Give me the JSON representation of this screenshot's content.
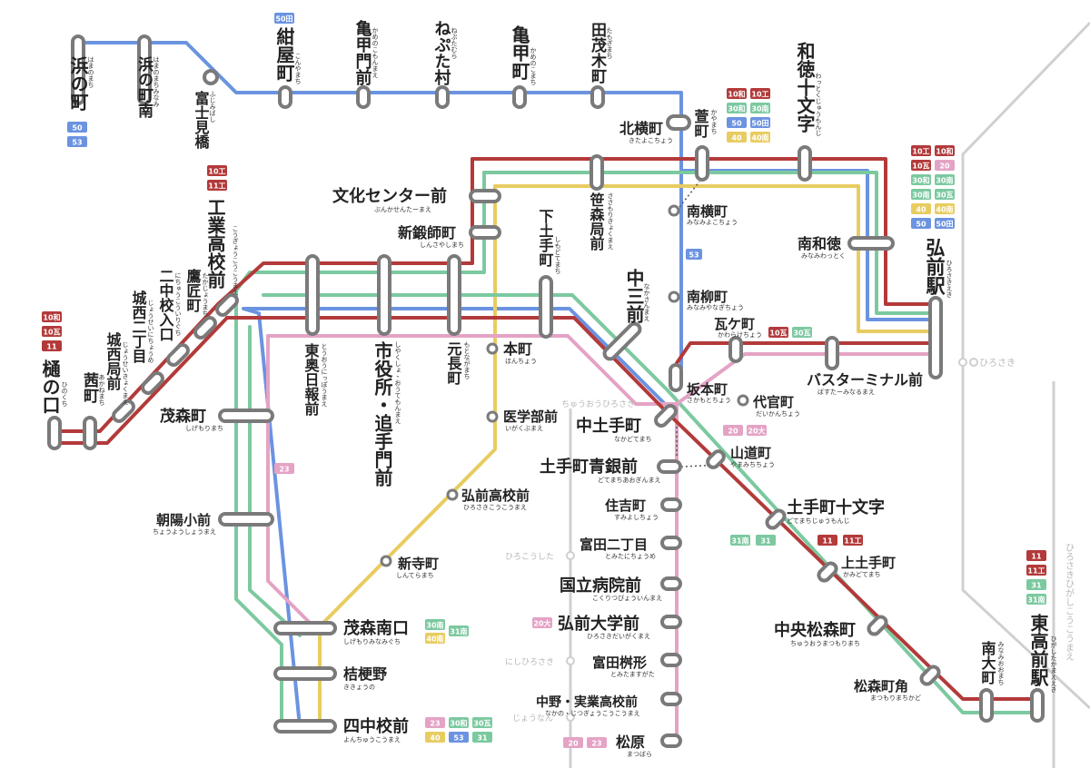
{
  "map_title": "",
  "colors": {
    "red": "#b33a3a",
    "green": "#7cc9a0",
    "blue": "#6b93e0",
    "yellow": "#e8cc60",
    "pink": "#e4a3c5",
    "grey": "#cfcfcf",
    "stop_outline": "#7a7a7a",
    "text": "#222222"
  },
  "stations": [
    {
      "id": "hamanomachi",
      "name": "浜の町",
      "kana": "はまのまち",
      "badges": [
        "50",
        "53"
      ]
    },
    {
      "id": "hamanomachi-minami",
      "name": "浜の町南",
      "kana": "はまのまちみなみ",
      "badges": []
    },
    {
      "id": "fujimibashi",
      "name": "富士見橋",
      "kana": "ふじみばし",
      "badges": []
    },
    {
      "id": "konyamachi",
      "name": "紺屋町",
      "kana": "こんやまち",
      "badges": [
        "50田"
      ]
    },
    {
      "id": "kamenokomonmae",
      "name": "亀甲門前",
      "kana": "かめのこもんまえ",
      "badges": []
    },
    {
      "id": "nebutamura",
      "name": "ねぷた村",
      "kana": "ねぷたむら",
      "badges": []
    },
    {
      "id": "kamenokomachi",
      "name": "亀甲町",
      "kana": "かめのこまち",
      "badges": []
    },
    {
      "id": "tamokimachi",
      "name": "田茂木町",
      "kana": "たもぎまち",
      "badges": []
    },
    {
      "id": "kitayokocho",
      "name": "北横町",
      "kana": "きたよこちょう",
      "badges": []
    },
    {
      "id": "kayamachi",
      "name": "萱町",
      "kana": "かやまち",
      "badges": [
        "10和",
        "10工",
        "30和",
        "30南",
        "50",
        "50田",
        "40",
        "40南"
      ]
    },
    {
      "id": "wattokujumonji",
      "name": "和徳十文字",
      "kana": "わっとくじゅうもんじ",
      "badges": []
    },
    {
      "id": "minamiyokocho",
      "name": "南横町",
      "kana": "みなみよこちょう",
      "badges": []
    },
    {
      "id": "minamiwatoku",
      "name": "南和徳",
      "kana": "みなみわっとく",
      "badges": []
    },
    {
      "id": "hirosaki-eki",
      "name": "弘前駅",
      "kana": "ひろさきえき",
      "badges": [
        "10工",
        "10和",
        "10瓦",
        "20",
        "30和",
        "30南",
        "30南",
        "30瓦",
        "40",
        "40南",
        "50",
        "50田"
      ]
    },
    {
      "id": "bunka-center",
      "name": "文化センター前",
      "kana": "ぶんかせんたーまえ",
      "badges": []
    },
    {
      "id": "shintorimachi",
      "name": "新鍛師町",
      "kana": "しんさやしまち",
      "badges": []
    },
    {
      "id": "sasamorikoji",
      "name": "笹森局前",
      "kana": "ささもりきょくまえ",
      "badges": []
    },
    {
      "id": "shimodotemachi",
      "name": "下土手町",
      "kana": "しもどてまち",
      "badges": []
    },
    {
      "id": "nakasan",
      "name": "中三前",
      "kana": "なかさんまえ",
      "badges": []
    },
    {
      "id": "minamiyanagicho",
      "name": "南柳町",
      "kana": "みなみやなぎちょう",
      "badges": []
    },
    {
      "id": "kawarakecho",
      "name": "瓦ケ町",
      "kana": "かわらけちょう",
      "badges": [
        "10瓦",
        "30瓦"
      ]
    },
    {
      "id": "bus-terminal",
      "name": "バスターミナル前",
      "kana": "ばすたーみなるまえ",
      "badges": []
    },
    {
      "id": "kogyokokomae",
      "name": "工業高校前",
      "kana": "こうぎょうこうこうまえ",
      "badges": [
        "10工",
        "11工"
      ]
    },
    {
      "id": "takajomachi",
      "name": "鷹匠町",
      "kana": "たかじょうまち",
      "badges": []
    },
    {
      "id": "nichukoiriguchi",
      "name": "二中校入口",
      "kana": "にちゅうこういりぐち",
      "badges": []
    },
    {
      "id": "josei-nichome",
      "name": "城西二丁目",
      "kana": "じょうせいにちょうめ",
      "badges": []
    },
    {
      "id": "josei-kyokumae",
      "name": "城西局前",
      "kana": "じょうせいきょくまえ",
      "badges": []
    },
    {
      "id": "akanemachi",
      "name": "茜町",
      "kana": "あかねまち",
      "badges": []
    },
    {
      "id": "hinokuchi",
      "name": "樋の口",
      "kana": "ひのくち",
      "badges": [
        "10和",
        "10瓦",
        "11"
      ]
    },
    {
      "id": "toonippo",
      "name": "東奥日報前",
      "kana": "とうおうにっぽうまえ",
      "badges": []
    },
    {
      "id": "shiyakusho",
      "name": "市役所・追手門前",
      "kana": "しやくしょ・おうてもんまえ",
      "badges": []
    },
    {
      "id": "motonagamachi",
      "name": "元長町",
      "kana": "もとながまち",
      "badges": []
    },
    {
      "id": "honcho",
      "name": "本町",
      "kana": "ほんちょう",
      "badges": []
    },
    {
      "id": "igakubumae",
      "name": "医学部前",
      "kana": "いがくぶまえ",
      "badges": []
    },
    {
      "id": "sakamotocho",
      "name": "坂本町",
      "kana": "さかもとちょう",
      "badges": []
    },
    {
      "id": "daikancho",
      "name": "代官町",
      "kana": "だいかんちょう",
      "badges": [
        "20",
        "20大"
      ]
    },
    {
      "id": "nakadotemachi",
      "name": "中土手町",
      "kana": "なかどてまち",
      "badges": []
    },
    {
      "id": "yamamichicho",
      "name": "山道町",
      "kana": "やまみちちょう",
      "badges": []
    },
    {
      "id": "dotemachi-aoginmae",
      "name": "土手町青銀前",
      "kana": "どてまちあおぎんまえ",
      "badges": []
    },
    {
      "id": "shigemorimachi",
      "name": "茂森町",
      "kana": "しげもりまち",
      "badges": []
    },
    {
      "id": "hirosaki-koko",
      "name": "弘前高校前",
      "kana": "ひろさきこうこうまえ",
      "badges": []
    },
    {
      "id": "sumiyoshicho",
      "name": "住吉町",
      "kana": "すみよしちょう",
      "badges": []
    },
    {
      "id": "dotemachi-jumonji",
      "name": "土手町十文字",
      "kana": "どてまちじゅうもんじ",
      "badges": [
        "31南",
        "31",
        "11",
        "11工"
      ]
    },
    {
      "id": "tomita-nichome",
      "name": "富田二丁目",
      "kana": "とみたにちょうめ",
      "badges": []
    },
    {
      "id": "kamidotemachi",
      "name": "上土手町",
      "kana": "かみどてまち",
      "badges": []
    },
    {
      "id": "asahi-shomae",
      "name": "朝陽小前",
      "kana": "ちょうようしょうまえ",
      "badges": [
        "23"
      ]
    },
    {
      "id": "shinteramachi",
      "name": "新寺町",
      "kana": "しんてらまち",
      "badges": []
    },
    {
      "id": "kokuritsu-byoin",
      "name": "国立病院前",
      "kana": "こくりつびょういんまえ",
      "badges": []
    },
    {
      "id": "hirosaki-daigaku",
      "name": "弘前大学前",
      "kana": "ひろさきだいがくまえ",
      "badges": [
        "20大"
      ]
    },
    {
      "id": "chuo-matsumori",
      "name": "中央松森町",
      "kana": "ちゅうおうまつもりまち",
      "badges": []
    },
    {
      "id": "shigemori-minamiguchi",
      "name": "茂森南口",
      "kana": "しげもりみなみぐち",
      "badges": [
        "30南",
        "31南",
        "40南"
      ]
    },
    {
      "id": "tomita-masugata",
      "name": "富田桝形",
      "kana": "とみたますがた",
      "badges": []
    },
    {
      "id": "kikyono",
      "name": "桔梗野",
      "kana": "ききょうの",
      "badges": []
    },
    {
      "id": "matsumorimachi-kado",
      "name": "松森町角",
      "kana": "まつもりまちかど",
      "badges": []
    },
    {
      "id": "minamiomachi",
      "name": "南大町",
      "kana": "みなみおおまち",
      "badges": []
    },
    {
      "id": "higashi-hirosaki",
      "name": "東高前駅",
      "kana": "ひがしたかまええき",
      "badges": [
        "11",
        "11工",
        "31",
        "31南"
      ]
    },
    {
      "id": "nakano-jitsugyo",
      "name": "中野・実業高校前",
      "kana": "なかの・じつぎょうこうこうまえ",
      "badges": []
    },
    {
      "id": "yonchukomae",
      "name": "四中校前",
      "kana": "よんちゅうこうまえ",
      "badges": [
        "23",
        "30和",
        "30瓦",
        "40",
        "53",
        "31"
      ]
    },
    {
      "id": "matsubara",
      "name": "松原",
      "kana": "まつばら",
      "badges": [
        "20",
        "23"
      ]
    }
  ],
  "rail_stations": [
    {
      "id": "rail-hirosaki",
      "name": "ひろさき"
    },
    {
      "id": "rail-chuo-hirosaki",
      "name": "ちゅうおうひろさき"
    },
    {
      "id": "rail-hirokoshita",
      "name": "ひろこうした"
    },
    {
      "id": "rail-nishi-hirosaki",
      "name": "にしひろさき"
    },
    {
      "id": "rail-jonan",
      "name": "じょうなん"
    },
    {
      "id": "rail-hirosaki-higashikoko",
      "name": "ひろさきひがしこうこうまえ"
    }
  ]
}
